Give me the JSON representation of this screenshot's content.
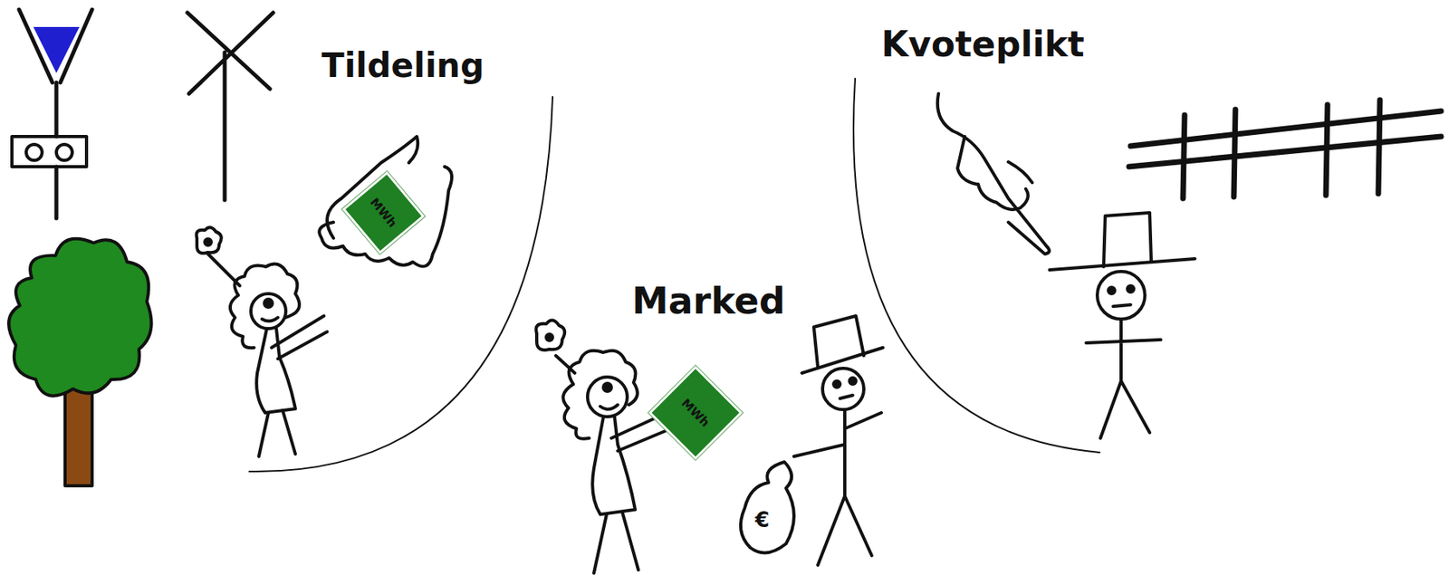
{
  "diagram": {
    "nodes": [
      {
        "text": [
          "MWh"
        ]
      },
      {
        "text": [
          "MWh"
        ]
      }
    ],
    "labels": [
      "Tildeling",
      "Marked",
      "Kvoteplikt",
      "€"
    ]
  }
}
